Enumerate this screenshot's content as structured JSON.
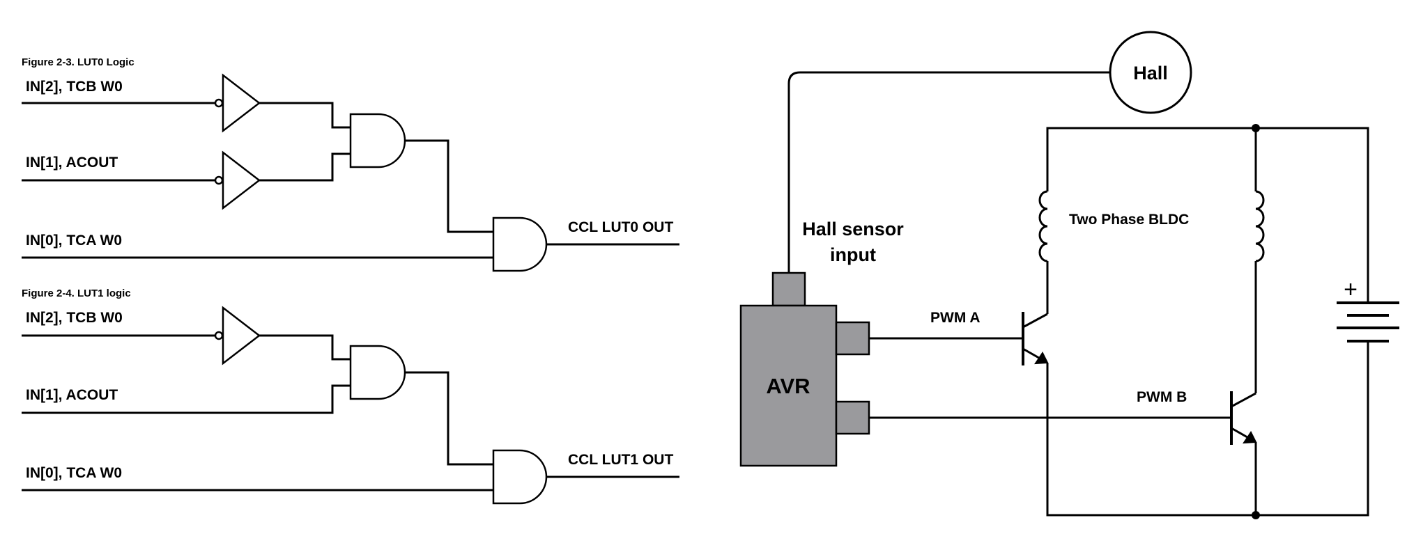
{
  "left": {
    "figure1": {
      "caption": "Figure 2-3.  LUT0 Logic",
      "in2": "IN[2], TCB W0",
      "in1": "IN[1], ACOUT",
      "in0": "IN[0], TCA W0",
      "out": "CCL LUT0 OUT"
    },
    "figure2": {
      "caption": "Figure 2-4.  LUT1 logic",
      "in2": "IN[2], TCB W0",
      "in1": "IN[1], ACOUT",
      "in0": "IN[0], TCA W0",
      "out": "CCL LUT1 OUT"
    }
  },
  "right": {
    "hall": "Hall",
    "hall_input_line1": "Hall sensor",
    "hall_input_line2": "input",
    "motor": "Two Phase BLDC",
    "mcu": "AVR",
    "pwm_a": "PWM A",
    "pwm_b": "PWM B",
    "battery_plus": "+"
  },
  "colors": {
    "line": "#000000",
    "chip_fill": "#9a9a9d",
    "background": "#ffffff"
  }
}
